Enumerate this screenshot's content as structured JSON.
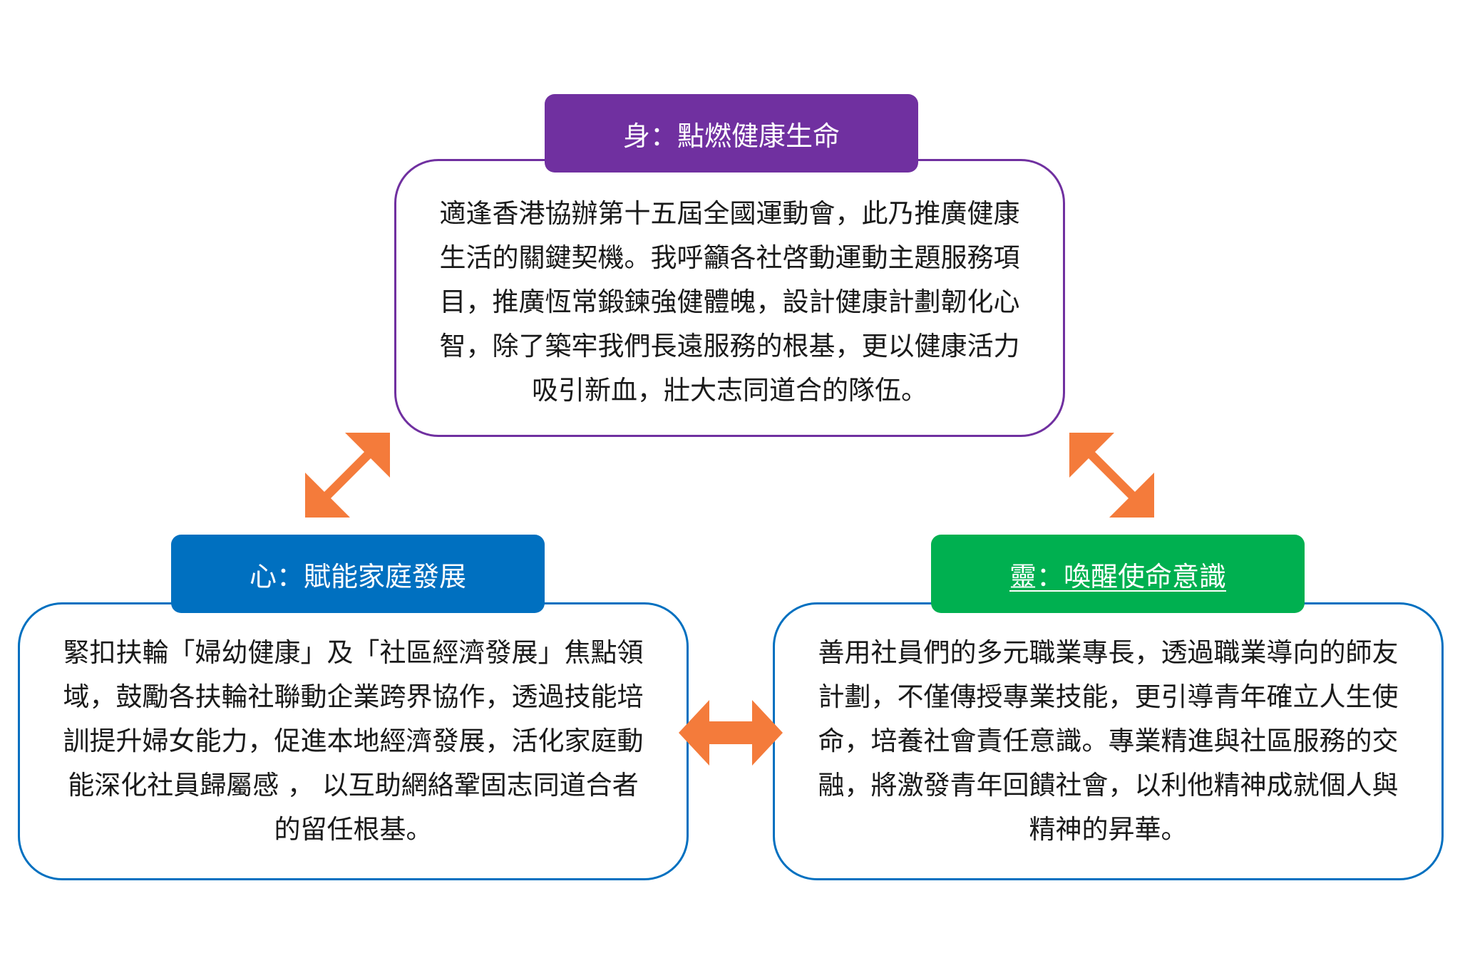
{
  "colors": {
    "body": "#7030A0",
    "mind": "#0070C0",
    "spirit": "#00B050",
    "arrow": "#F47B3B"
  },
  "nodes": {
    "body": {
      "title": "身：點燃健康生命",
      "text": "適逢香港協辦第十五屆全國運動會，此乃推廣健康生活的關鍵契機。我呼籲各社啓動運動主題服務項目，推廣恆常鍛鍊強健體魄，設計健康計劃韌化心智，除了築牢我們長遠服務的根基，更以健康活力吸引新血，壯大志同道合的隊伍。"
    },
    "mind": {
      "title": "心：賦能家庭發展",
      "text": "緊扣扶輪「婦幼健康」及「社區經濟發展」焦點領域，鼓勵各扶輪社聯動企業跨界協作，透過技能培訓提升婦女能力，促進本地經濟發展，活化家庭動能深化社員歸屬感 ， 以互助網絡鞏固志同道合者的留任根基。"
    },
    "spirit": {
      "title": "靈：喚醒使命意識",
      "text": "善用社員們的多元職業專長，透過職業導向的師友計劃，不僅傳授專業技能，更引導青年確立人生使命，培養社會責任意識。專業精進與社區服務的交融，將激發青年回饋社會，以利他精神成就個人與精神的昇華。"
    }
  },
  "connectors": [
    {
      "from": "body",
      "to": "mind",
      "icon": "double-arrow-icon"
    },
    {
      "from": "body",
      "to": "spirit",
      "icon": "double-arrow-icon"
    },
    {
      "from": "mind",
      "to": "spirit",
      "icon": "double-arrow-icon"
    }
  ]
}
